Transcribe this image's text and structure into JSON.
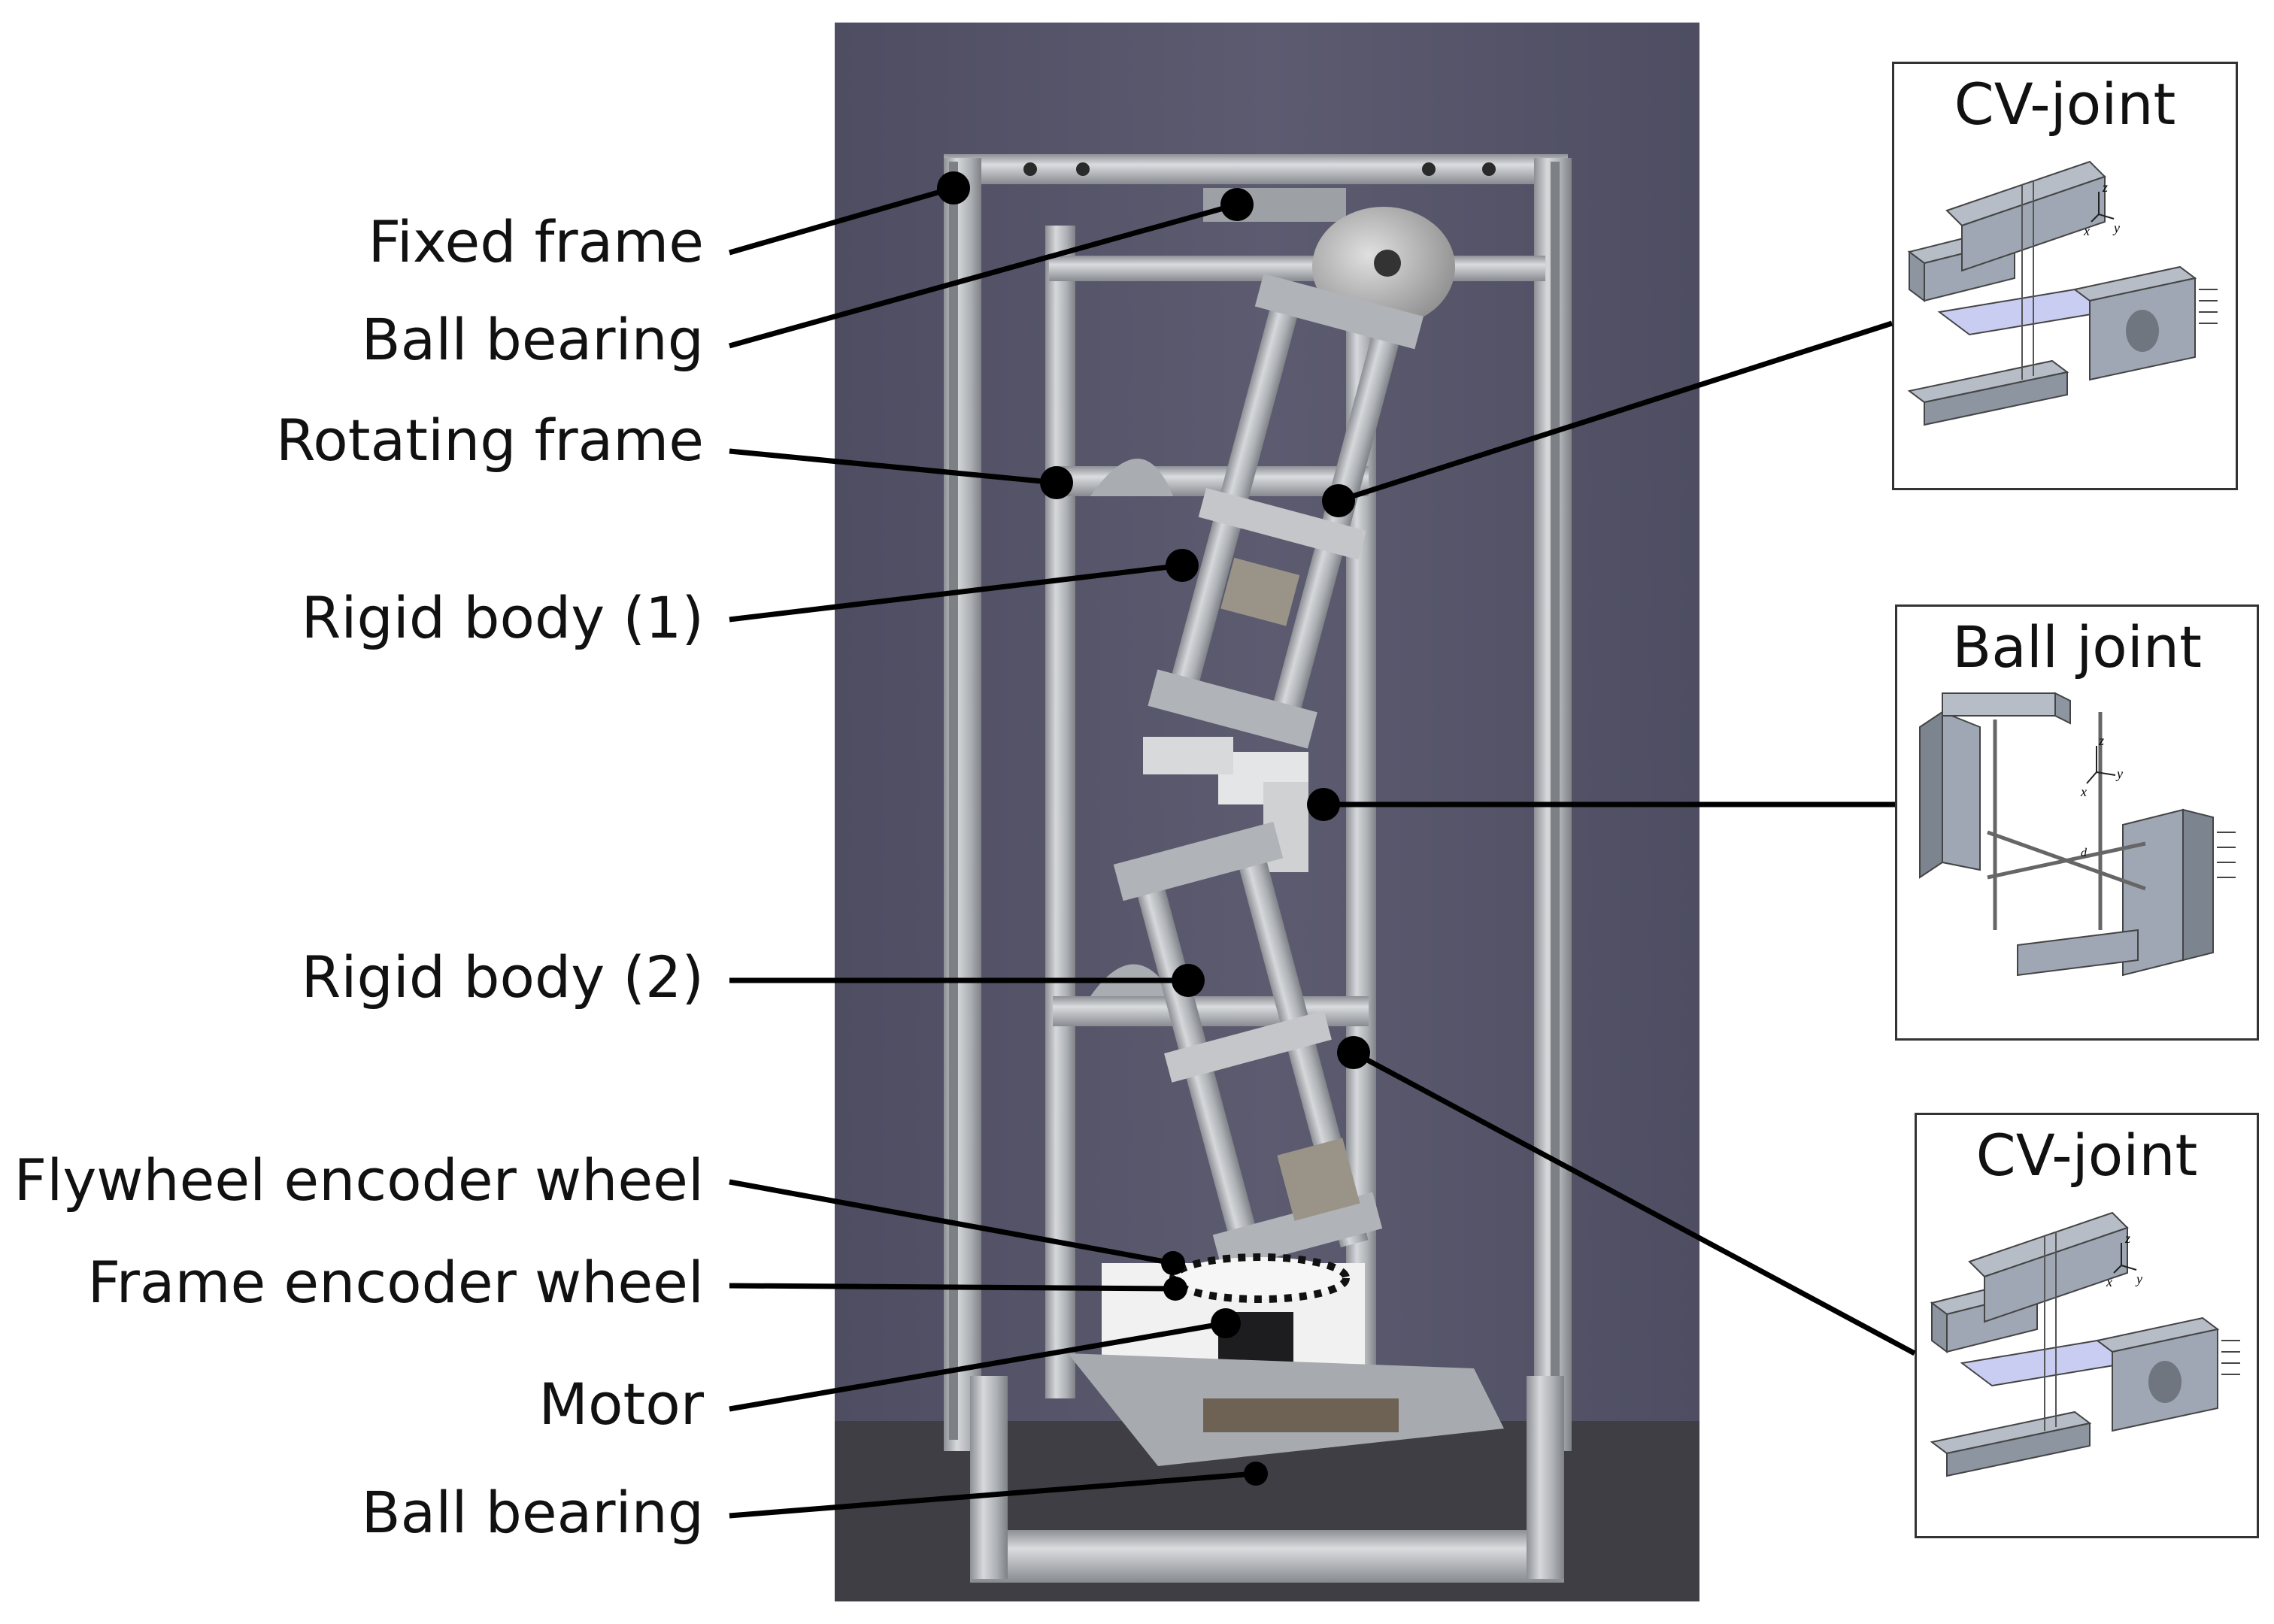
{
  "labels": [
    {
      "id": "fixed-frame",
      "text": "Fixed frame"
    },
    {
      "id": "ball-bearing-top",
      "text": "Ball bearing"
    },
    {
      "id": "rotating-frame",
      "text": "Rotating frame"
    },
    {
      "id": "rigid-body-1",
      "text": "Rigid body (1)"
    },
    {
      "id": "rigid-body-2",
      "text": "Rigid body (2)"
    },
    {
      "id": "flywheel-encoder-wheel",
      "text": "Flywheel encoder wheel"
    },
    {
      "id": "frame-encoder-wheel",
      "text": "Frame encoder wheel"
    },
    {
      "id": "motor",
      "text": "Motor"
    },
    {
      "id": "ball-bearing-bottom",
      "text": "Ball bearing"
    }
  ],
  "insets": [
    {
      "id": "cv-joint-top",
      "title": "CV-joint",
      "axes": {
        "x": "x",
        "y": "y",
        "z": "z"
      }
    },
    {
      "id": "ball-joint",
      "title": "Ball joint",
      "axes": {
        "x": "x",
        "y": "y",
        "z": "z"
      },
      "dimension": "d"
    },
    {
      "id": "cv-joint-bottom",
      "title": "CV-joint",
      "axes": {
        "x": "x",
        "y": "y",
        "z": "z"
      }
    }
  ],
  "colors": {
    "backdrop": "#55546a",
    "table": "#3e3e44",
    "aluminium": "#b9bcc0",
    "cad_part": "#9ea7b3",
    "flexure": "#c9cdf2",
    "leader": "#000000"
  }
}
